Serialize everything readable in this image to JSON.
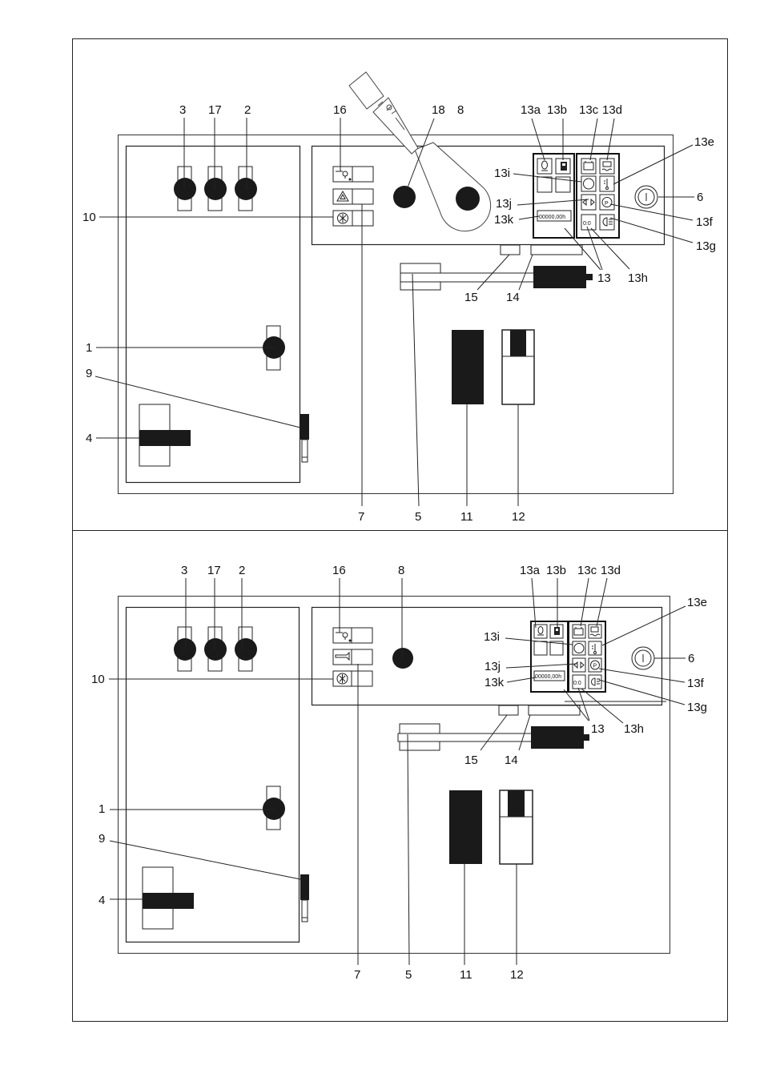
{
  "diagrams": [
    {
      "labels": {
        "n3": "3",
        "n17": "17",
        "n2": "2",
        "n16": "16",
        "n18": "18",
        "n8": "8",
        "n13a": "13a",
        "n13b": "13b",
        "n13c": "13c",
        "n13d": "13d",
        "n13e": "13e",
        "n13i": "13i",
        "n13j": "13j",
        "n13k": "13k",
        "n6": "6",
        "n13f": "13f",
        "n13g": "13g",
        "n10": "10",
        "n13": "13",
        "n13h": "13h",
        "n15": "15",
        "n14": "14",
        "n1": "1",
        "n9": "9",
        "n4": "4",
        "n7": "7",
        "n5": "5",
        "n11": "11",
        "n12": "12"
      },
      "hour_meter": "00000,00h",
      "timer_display": "0:0"
    },
    {
      "labels": {
        "n3": "3",
        "n17": "17",
        "n2": "2",
        "n16": "16",
        "n8": "8",
        "n13a": "13a",
        "n13b": "13b",
        "n13c": "13c",
        "n13d": "13d",
        "n13e": "13e",
        "n13i": "13i",
        "n13j": "13j",
        "n13k": "13k",
        "n6": "6",
        "n13f": "13f",
        "n13g": "13g",
        "n10": "10",
        "n13": "13",
        "n13h": "13h",
        "n15": "15",
        "n14": "14",
        "n1": "1",
        "n9": "9",
        "n4": "4",
        "n7": "7",
        "n5": "5",
        "n11": "11",
        "n12": "12"
      },
      "hour_meter": "00000,00h",
      "timer_display": "0:0"
    }
  ],
  "icons": {
    "horn": "horn-icon",
    "hazard": "hazard-warning-icon",
    "beacon": "rotating-beacon-icon",
    "wiper": "wiper-lever-icon",
    "key": "ignition-key-icon",
    "oil": "oil-pressure-icon",
    "fuel": "fuel-icon",
    "battery": "battery-icon",
    "coolant": "coolant-temperature-icon",
    "parking": "parking-brake-icon",
    "indicator": "turn-indicator-icon"
  }
}
